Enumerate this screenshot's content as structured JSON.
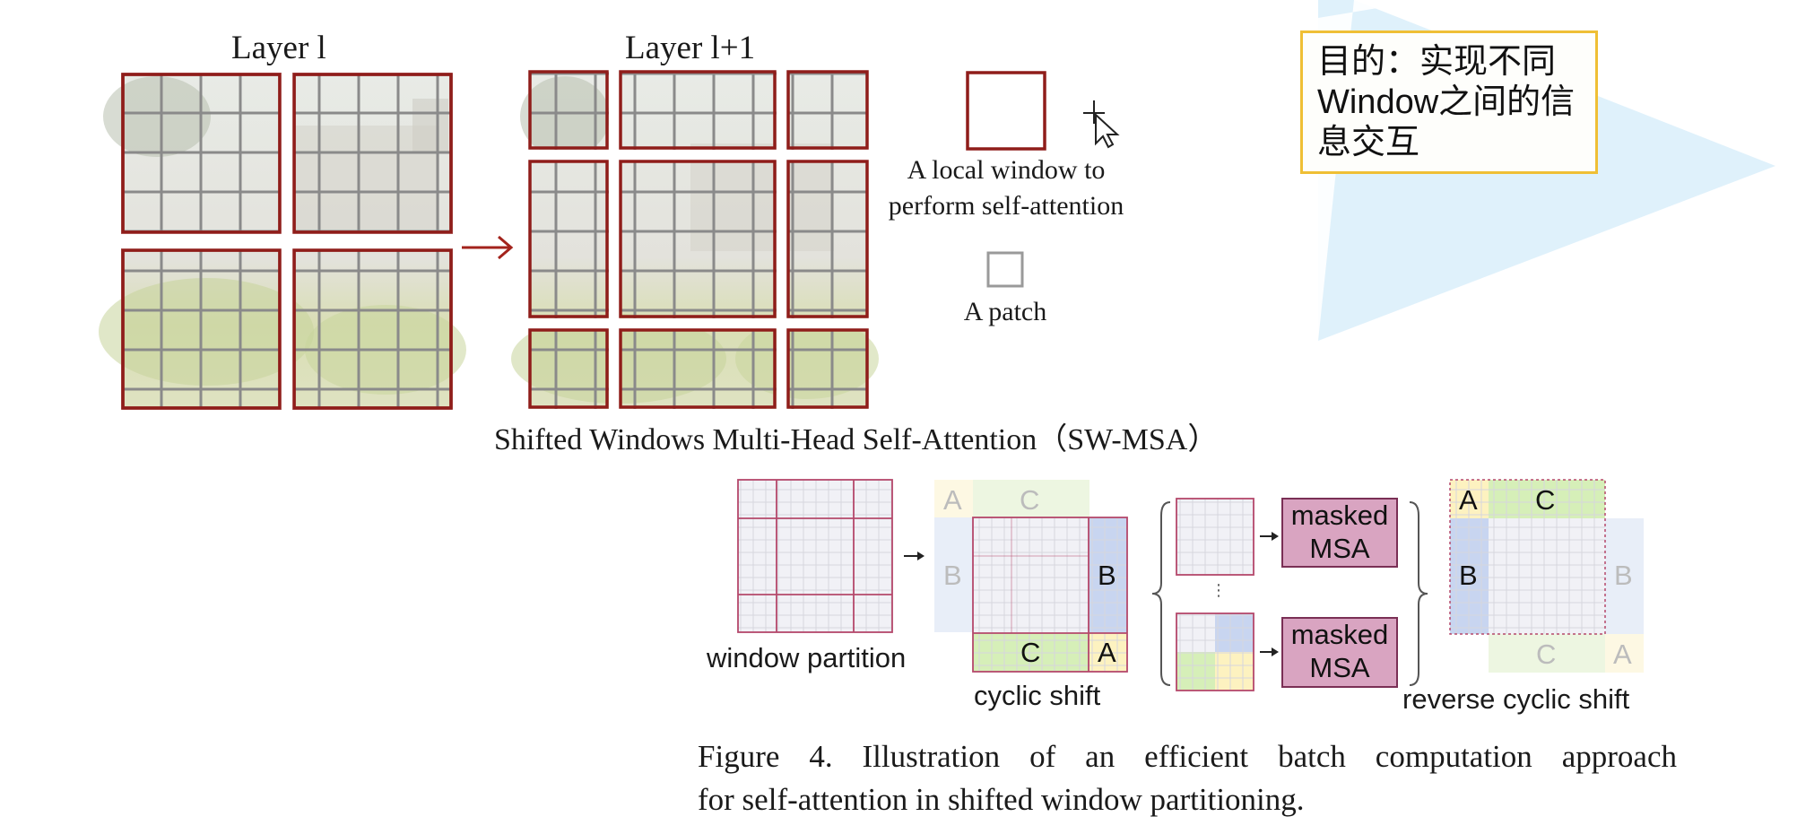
{
  "top_figure": {
    "layer_l_label": "Layer l",
    "layer_l1_label": "Layer l+1",
    "legend_window_label": "A local window to perform self-attention",
    "legend_window_line1": "A local window to",
    "legend_window_line2": "perform self-attention",
    "legend_patch_label": "A patch",
    "title": "Shifted Windows Multi-Head Self-Attention（SW-MSA）"
  },
  "note": {
    "text": "目的：实现不同Window之间的信息交互",
    "line1": "目的：实现不同",
    "line2": "Window之间的信",
    "line3": "息交互"
  },
  "bottom_figure": {
    "window_partition": "window partition",
    "cyclic_shift": "cyclic shift",
    "reverse_cyclic_shift": "reverse cyclic shift",
    "masked_msa_1_line1": "masked",
    "masked_msa_1_line2": "MSA",
    "masked_msa_2_line1": "masked",
    "masked_msa_2_line2": "MSA",
    "region_a": "A",
    "region_b": "B",
    "region_c": "C",
    "ellipsis": "⋮"
  },
  "caption": {
    "text": "Figure 4. Illustration of an efficient batch computation approach for self-attention in shifted window partitioning.",
    "line1": "Figure 4. Illustration of an efficient batch computation approach",
    "line2": "for self-attention in shifted window partitioning."
  },
  "colors": {
    "window_border": "#8f1d1a",
    "patch_grid": "#8a8a8a",
    "arrow": "#a3231c",
    "note_border": "#efbf35",
    "region_a": "#fdf2c0",
    "region_b": "#c8d5f0",
    "region_c": "#d6efb8",
    "masked_msa_fill": "#d9a4c1",
    "masked_msa_border": "#7a2f55",
    "bg_triangle": "#d9effa"
  },
  "icons": [
    "cursor-arrow-icon",
    "arrow-right-icon"
  ]
}
